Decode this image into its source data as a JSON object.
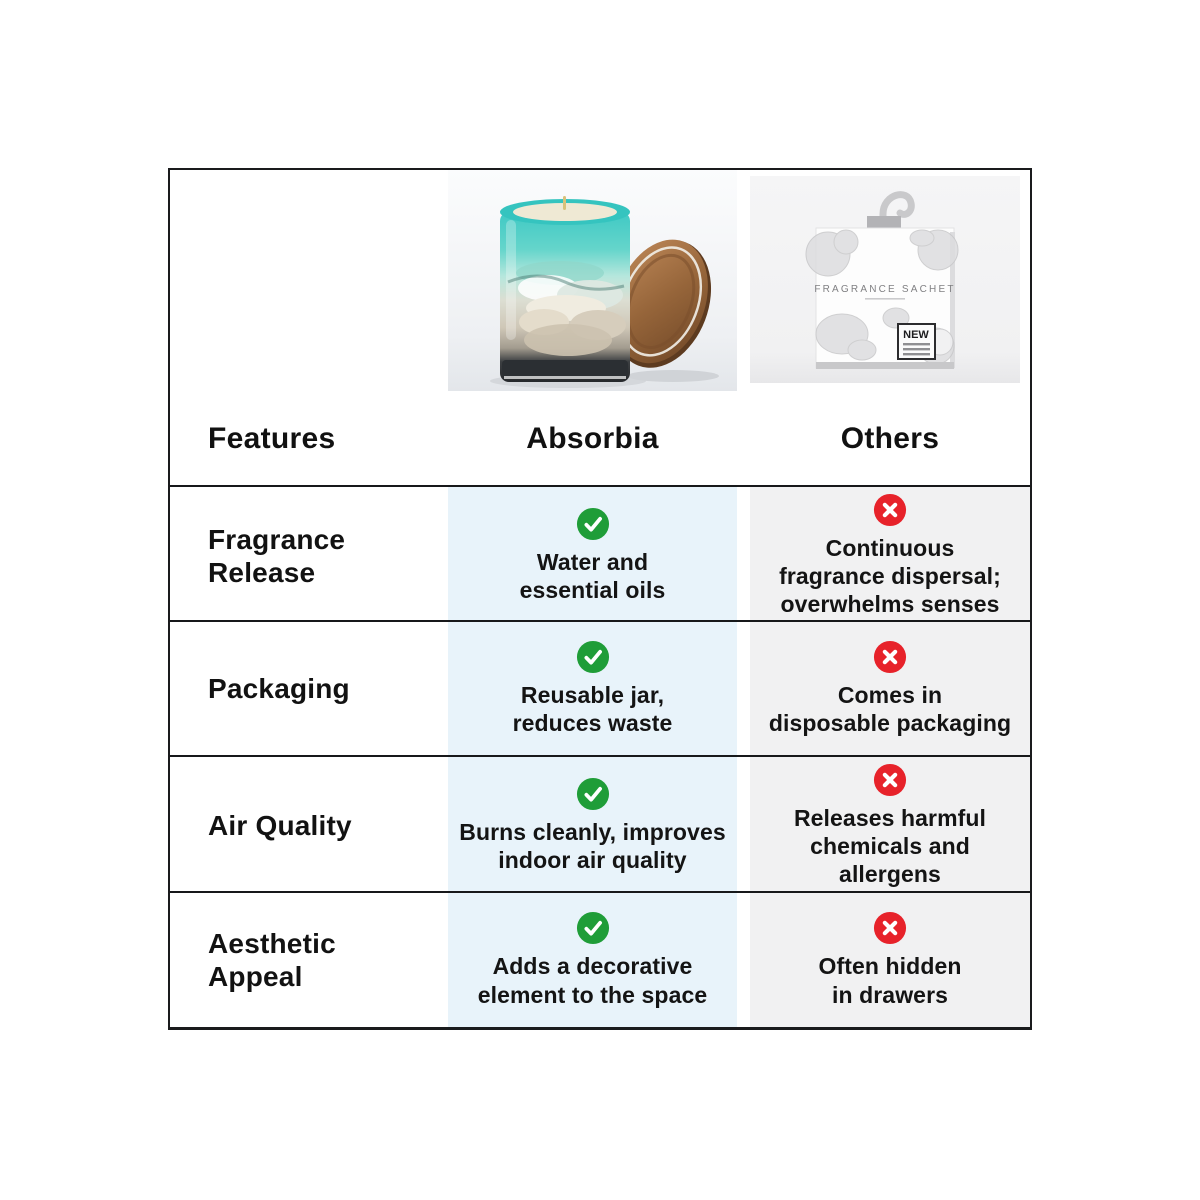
{
  "table": {
    "header": {
      "features": "Features",
      "absorbia": "Absorbia",
      "others": "Others"
    },
    "products": {
      "absorbia": {
        "image": "teal-ocean-wax-candle-jar-with-wooden-lid"
      },
      "others": {
        "image": "hanging-fragrance-sachet-packet",
        "title": "FRAGRANCE  SACHET",
        "badge": "NEW"
      }
    },
    "colors": {
      "absorbia_column_bg": "#e8f3fa",
      "others_column_bg": "#f1f1f2",
      "check_green": "#1f9d38",
      "cross_red": "#e7222a",
      "border": "#1a1b1d"
    },
    "rows": [
      {
        "feature": "Fragrance\nRelease",
        "absorbia_status": "check",
        "absorbia_text": "Water and\nessential oils",
        "others_status": "cross",
        "others_text": "Continuous\nfragrance dispersal;\noverwhelms senses"
      },
      {
        "feature": "Packaging",
        "absorbia_status": "check",
        "absorbia_text": "Reusable jar,\nreduces waste",
        "others_status": "cross",
        "others_text": "Comes in\ndisposable packaging"
      },
      {
        "feature": "Air Quality",
        "absorbia_status": "check",
        "absorbia_text": "Burns cleanly, improves\nindoor air quality",
        "others_status": "cross",
        "others_text": "Releases harmful\nchemicals and allergens"
      },
      {
        "feature": "Aesthetic\nAppeal",
        "absorbia_status": "check",
        "absorbia_text": "Adds a decorative\nelement to the space",
        "others_status": "cross",
        "others_text": "Often hidden\nin drawers"
      }
    ]
  },
  "chart_data": {
    "type": "table",
    "title": "Absorbia vs Others product comparison",
    "columns": [
      "Features",
      "Absorbia",
      "Others"
    ],
    "rows": [
      [
        "Fragrance Release",
        "check: Water and essential oils",
        "cross: Continuous fragrance dispersal; overwhelms senses"
      ],
      [
        "Packaging",
        "check: Reusable jar, reduces waste",
        "cross: Comes in disposable packaging"
      ],
      [
        "Air Quality",
        "check: Burns cleanly, improves indoor air quality",
        "cross: Releases harmful chemicals and allergens"
      ],
      [
        "Aesthetic Appeal",
        "check: Adds a decorative element to the space",
        "cross: Often hidden in drawers"
      ]
    ],
    "legend_position": "none",
    "grid": "horizontal-black-separators"
  }
}
